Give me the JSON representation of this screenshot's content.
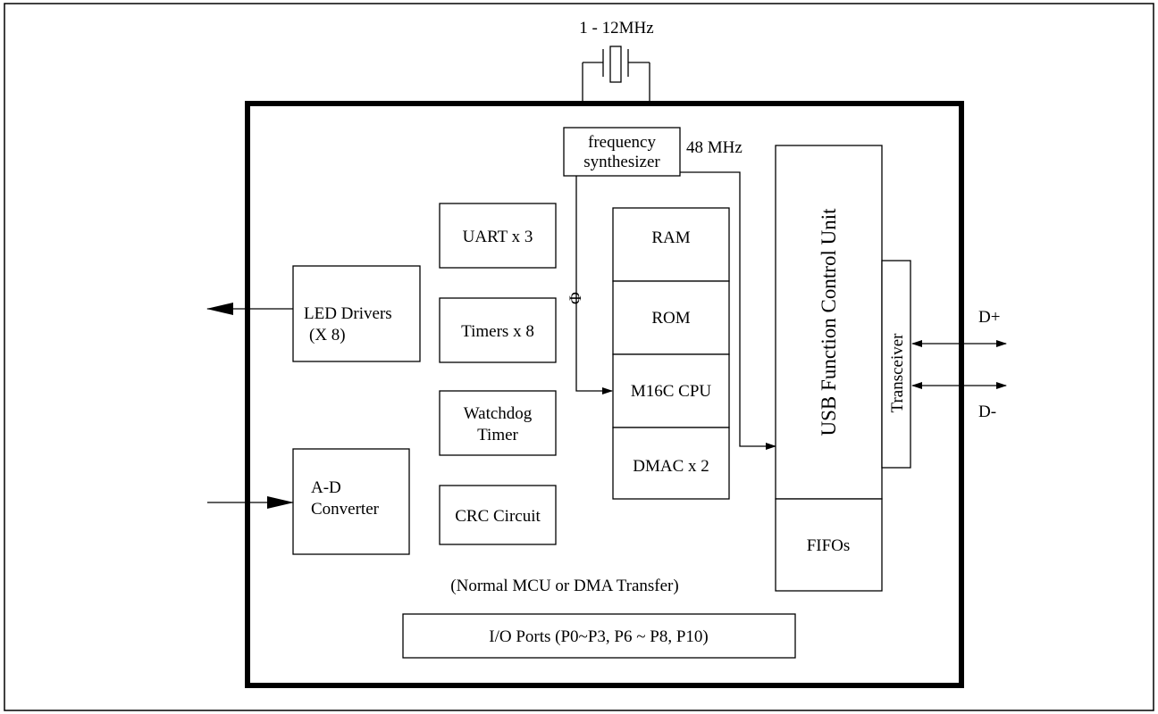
{
  "diagram": {
    "crystal_label": "1 - 12MHz",
    "freq_synth": {
      "line1": "frequency",
      "line2": "synthesizer"
    },
    "freq_48": "48 MHz",
    "phi": "Φ",
    "uart": "UART x 3",
    "timers": "Timers x 8",
    "watchdog": {
      "line1": "Watchdog",
      "line2": "Timer"
    },
    "crc": "CRC Circuit",
    "led": {
      "line1": "LED Drivers",
      "line2": "(X 8)"
    },
    "adc": {
      "line1": "A-D",
      "line2": "Converter"
    },
    "ram": "RAM",
    "rom": "ROM",
    "cpu": "M16C CPU",
    "dmac": "DMAC x 2",
    "usb": "USB Function Control Unit",
    "transceiver": "Transceiver",
    "fifos": "FIFOs",
    "d_plus": "D+",
    "d_minus": "D-",
    "transfer_note": "(Normal MCU or DMA Transfer)",
    "io_ports": "I/O Ports (P0~P3, P6 ~ P8, P10)"
  }
}
